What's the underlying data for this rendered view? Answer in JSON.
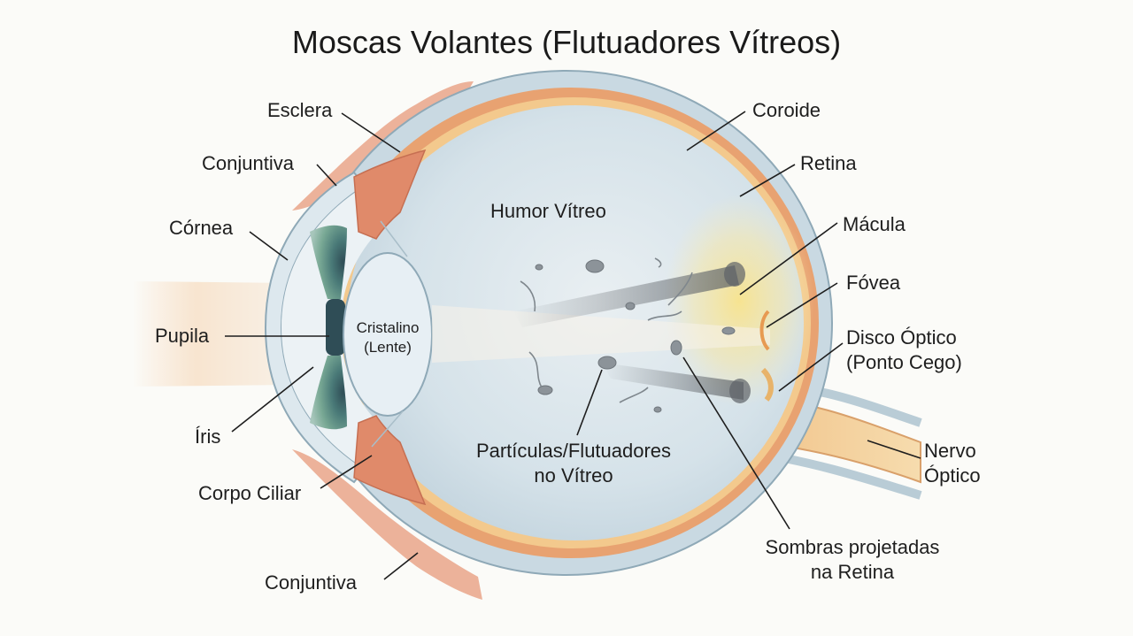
{
  "title": "Moscas Volantes (Flutuadores Vítreos)",
  "labels": {
    "esclera": "Esclera",
    "conjuntiva_top": "Conjuntiva",
    "cornea": "Córnea",
    "pupila": "Pupila",
    "iris": "Íris",
    "corpo_ciliar": "Corpo Ciliar",
    "conjuntiva_bottom": "Conjuntiva",
    "coroide": "Coroide",
    "retina": "Retina",
    "macula": "Mácula",
    "fovea": "Fóvea",
    "disco_optico_1": "Disco Óptico",
    "disco_optico_2": "(Ponto Cego)",
    "nervo_optico_1": "Nervo",
    "nervo_optico_2": "Óptico",
    "humor_vitreo": "Humor Vítreo",
    "cristalino_1": "Cristalino",
    "cristalino_2": "(Lente)",
    "particulas_1": "Partículas/Flutuadores",
    "particulas_2": "no Vítreo",
    "sombras_1": "Sombras projetadas",
    "sombras_2": "na Retina"
  },
  "colors": {
    "sclera": "#c9d9e2",
    "choroid": "#e8a271",
    "retina": "#f3c98d",
    "vitreous": "#d8e4ea",
    "iris": "#5f9183",
    "muscle": "#e08a6a",
    "lens": "#e6eff5",
    "shadow": "#6b7075",
    "macula_glow": "#f7e08a"
  }
}
